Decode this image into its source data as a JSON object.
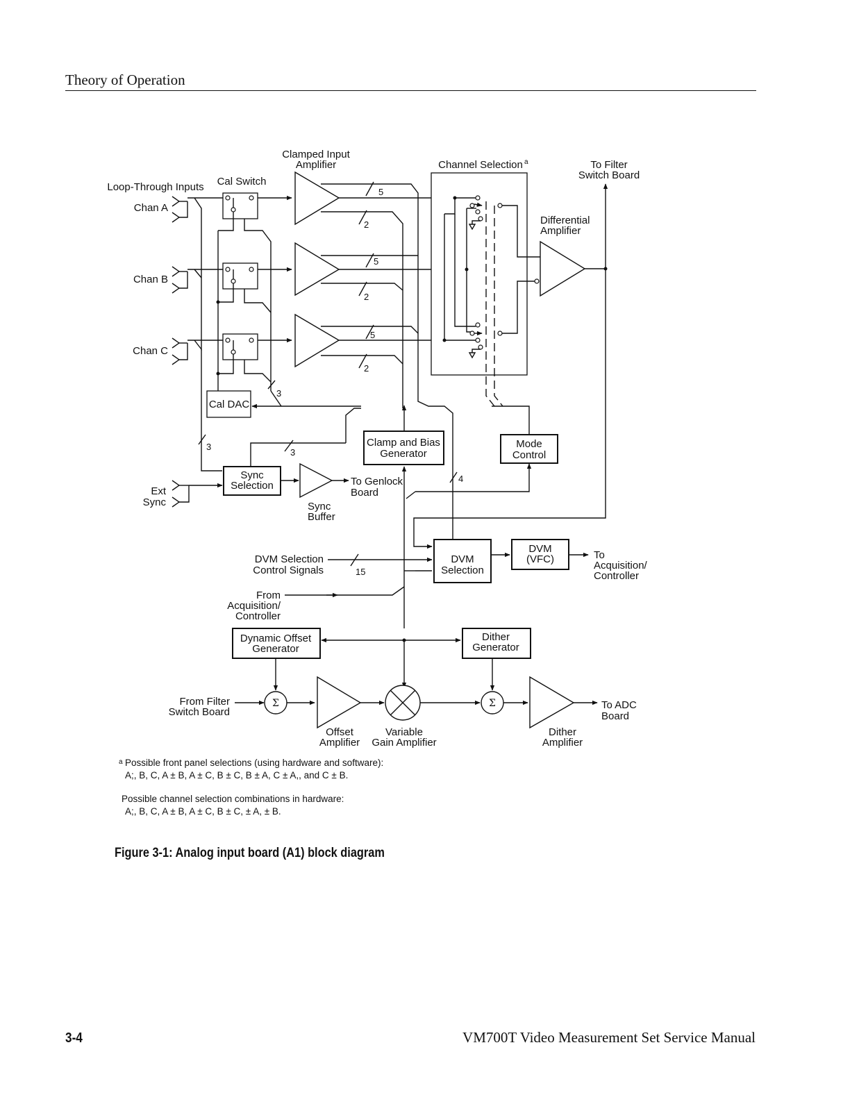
{
  "header": {
    "title": "Theory of Operation"
  },
  "diagram": {
    "loop_through_inputs": "Loop-Through Inputs",
    "chan_a": "Chan A",
    "chan_b": "Chan B",
    "chan_c": "Chan C",
    "cal_switch": "Cal Switch",
    "clamped_input_amplifier": [
      "Clamped Input",
      "Amplifier"
    ],
    "channel_selection": "Channel Selection",
    "channel_selection_note_mark": "a",
    "to_filter_switch_board": [
      "To Filter",
      "Switch Board"
    ],
    "differential_amplifier": [
      "Differential",
      "Amplifier"
    ],
    "cal_dac": "Cal DAC",
    "clamp_and_bias_generator": [
      "Clamp and Bias",
      "Generator"
    ],
    "mode_control": [
      "Mode",
      "Control"
    ],
    "ext_sync": [
      "Ext",
      "Sync"
    ],
    "sync_selection": [
      "Sync",
      "Selection"
    ],
    "sync_buffer": [
      "Sync",
      "Buffer"
    ],
    "to_genlock_board": [
      "To Genlock",
      "Board"
    ],
    "dvm_selection_control_signals": [
      "DVM Selection",
      "Control Signals"
    ],
    "dvm_selection": [
      "DVM",
      "Selection"
    ],
    "dvm_vfc": [
      "DVM",
      "(VFC)"
    ],
    "to_acquisition_controller_1": [
      "To",
      "Acquisition/",
      "Controller"
    ],
    "from_acquisition_controller": [
      "From",
      "Acquisition/",
      "Controller"
    ],
    "dynamic_offset_generator": [
      "Dynamic Offset",
      "Generator"
    ],
    "dither_generator": [
      "Dither",
      "Generator"
    ],
    "from_filter_switch_board": [
      "From Filter",
      "Switch Board"
    ],
    "offset_amplifier": [
      "Offset",
      "Amplifier"
    ],
    "variable_gain_amplifier": [
      "Variable",
      "Gain Amplifier"
    ],
    "dither_amplifier": [
      "Dither",
      "Amplifier"
    ],
    "to_adc_board": [
      "To ADC",
      "Board"
    ],
    "sum_symbol": "Σ",
    "bus_widths": {
      "a_upper": "5",
      "a_lower": "2",
      "b_upper": "5",
      "b_lower": "2",
      "c_upper": "5",
      "c_lower": "2",
      "cal_dac_bus": "3",
      "cal_left_bus": "3",
      "sync_bus": "3",
      "mode_bus": "4",
      "dvm_ctrl_bus": "15"
    }
  },
  "footnote": {
    "mark": "a",
    "line1": "Possible front panel selections (using hardware and software):",
    "line2": "A;, B, C, A ± B, A ± C, B ± C, B ± A, C ± A,, and C ± B.",
    "line3": "Possible channel selection combinations in hardware:",
    "line4": "A;, B, C, A ± B, A ± C, B ± C,  ± A,  ± B."
  },
  "figure_caption": "Figure 3-1: Analog input board (A1) block diagram",
  "footer": {
    "page_number": "3-4",
    "manual_title": "VM700T Video Measurement Set Service Manual"
  }
}
